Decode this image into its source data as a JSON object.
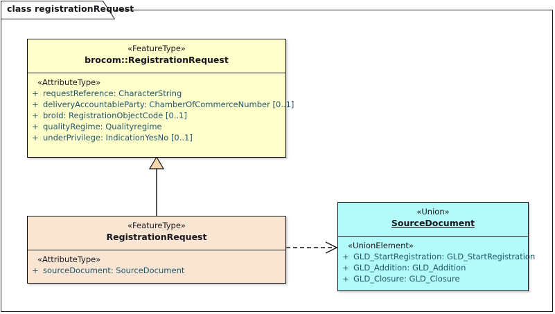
{
  "diagram": {
    "tab_label": "class registrationRequest",
    "colors": {
      "feature_type_fill": "#ffffcc",
      "subclass_fill": "#fae5d3",
      "union_fill": "#b3fafa",
      "border": "#111111",
      "attribute_text": "#20566b",
      "generalization_fill": "#f5d7ae"
    }
  },
  "classes": {
    "brocom_registration_request": {
      "stereotype": "«FeatureType»",
      "name": "brocom::RegistrationRequest",
      "compartment_stereotype": "«AttributeType»",
      "attributes": [
        {
          "visibility": "+",
          "text": "requestReference: CharacterString"
        },
        {
          "visibility": "+",
          "text": "deliveryAccountableParty: ChamberOfCommerceNumber [0..1]"
        },
        {
          "visibility": "+",
          "text": "broId: RegistrationObjectCode [0..1]"
        },
        {
          "visibility": "+",
          "text": "qualityRegime: Qualityregime"
        },
        {
          "visibility": "+",
          "text": "underPrivilege: IndicationYesNo [0..1]"
        }
      ]
    },
    "registration_request": {
      "stereotype": "«FeatureType»",
      "name": "RegistrationRequest",
      "compartment_stereotype": "«AttributeType»",
      "attributes": [
        {
          "visibility": "+",
          "text": "sourceDocument: SourceDocument"
        }
      ]
    },
    "source_document": {
      "stereotype": "«Union»",
      "name": "SourceDocument",
      "compartment_stereotype": "«UnionElement»",
      "attributes": [
        {
          "visibility": "+",
          "text": "GLD_StartRegistration: GLD_StartRegistration"
        },
        {
          "visibility": "+",
          "text": "GLD_Addition: GLD_Addition"
        },
        {
          "visibility": "+",
          "text": "GLD_Closure: GLD_Closure"
        }
      ]
    }
  },
  "connectors": [
    {
      "name": "generalization",
      "type": "generalization",
      "from": "registration_request",
      "to": "brocom_registration_request"
    },
    {
      "name": "dependency",
      "type": "dependency",
      "from": "registration_request",
      "to": "source_document"
    }
  ]
}
